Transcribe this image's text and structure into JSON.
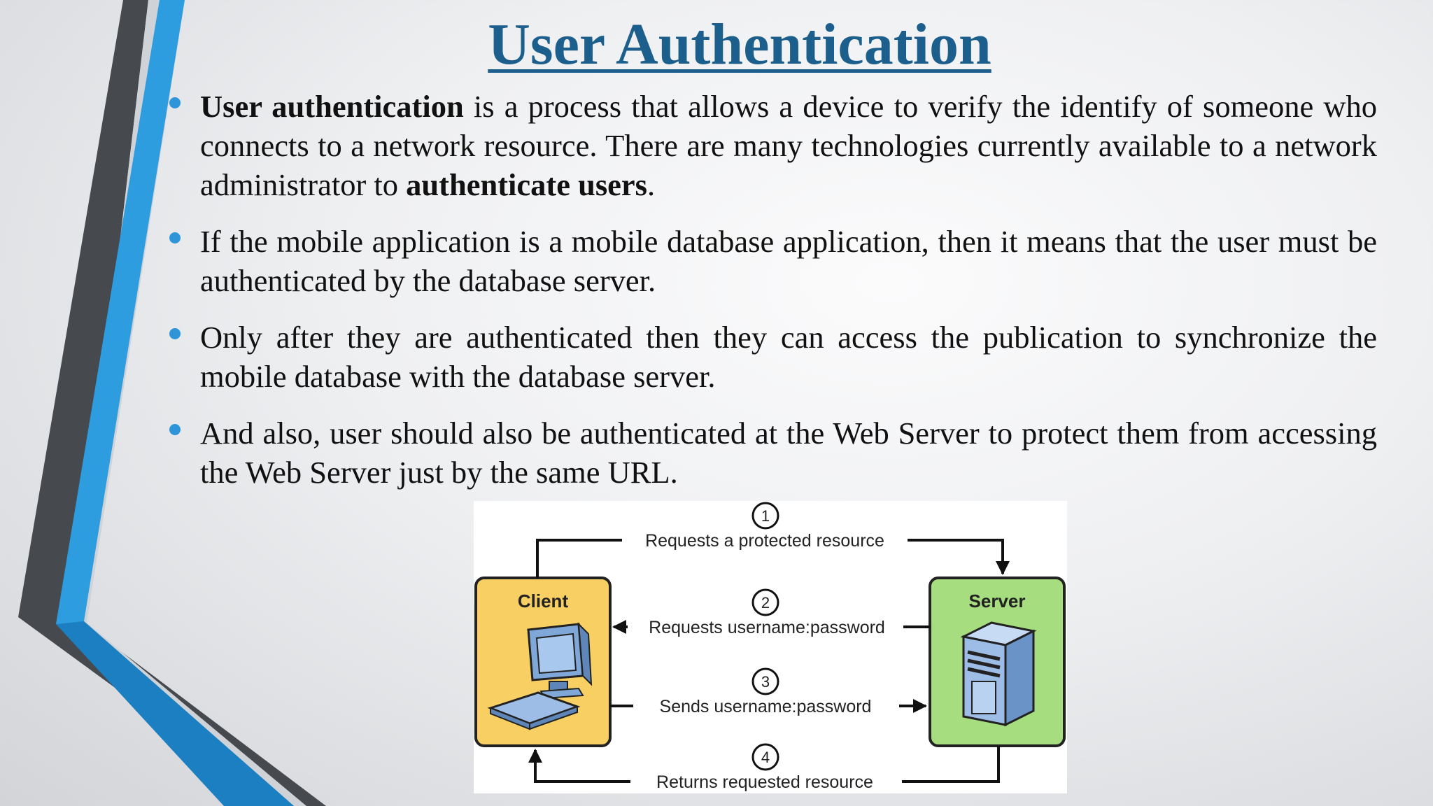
{
  "slide": {
    "title": "User Authentication",
    "colors": {
      "title": "#1c5f8c",
      "bullet": "#2e96d8",
      "accent_blue": "#2e9de0",
      "accent_dark": "#4a4d52",
      "client_box": "#f7cf62",
      "server_box": "#a6dd7f"
    },
    "bullets": [
      {
        "lead_bold": "User authentication",
        "text1": " is a process that allows a device to verify the identify of someone who connects to a network resource. There are many technologies currently available to a network administrator to ",
        "bold2": "authenticate users",
        "text2": "."
      },
      {
        "text": "If the mobile application is a mobile database application, then it means that the user must be authenticated by the database server."
      },
      {
        "text": "Only after they are authenticated then they can access the publication to synchronize the mobile database with the database server."
      },
      {
        "text": "And also, user should also be authenticated at the Web Server to protect them from accessing the Web Server just by the same URL."
      }
    ]
  },
  "diagram": {
    "client_label": "Client",
    "server_label": "Server",
    "client_icon": "desktop-computer-icon",
    "server_icon": "server-tower-icon",
    "steps": [
      {
        "number": "1",
        "label": "Requests a protected resource",
        "direction": "client-to-server"
      },
      {
        "number": "2",
        "label": "Requests username:password",
        "direction": "server-to-client"
      },
      {
        "number": "3",
        "label": "Sends username:password",
        "direction": "client-to-server"
      },
      {
        "number": "4",
        "label": "Returns requested resource",
        "direction": "server-to-client"
      }
    ]
  }
}
